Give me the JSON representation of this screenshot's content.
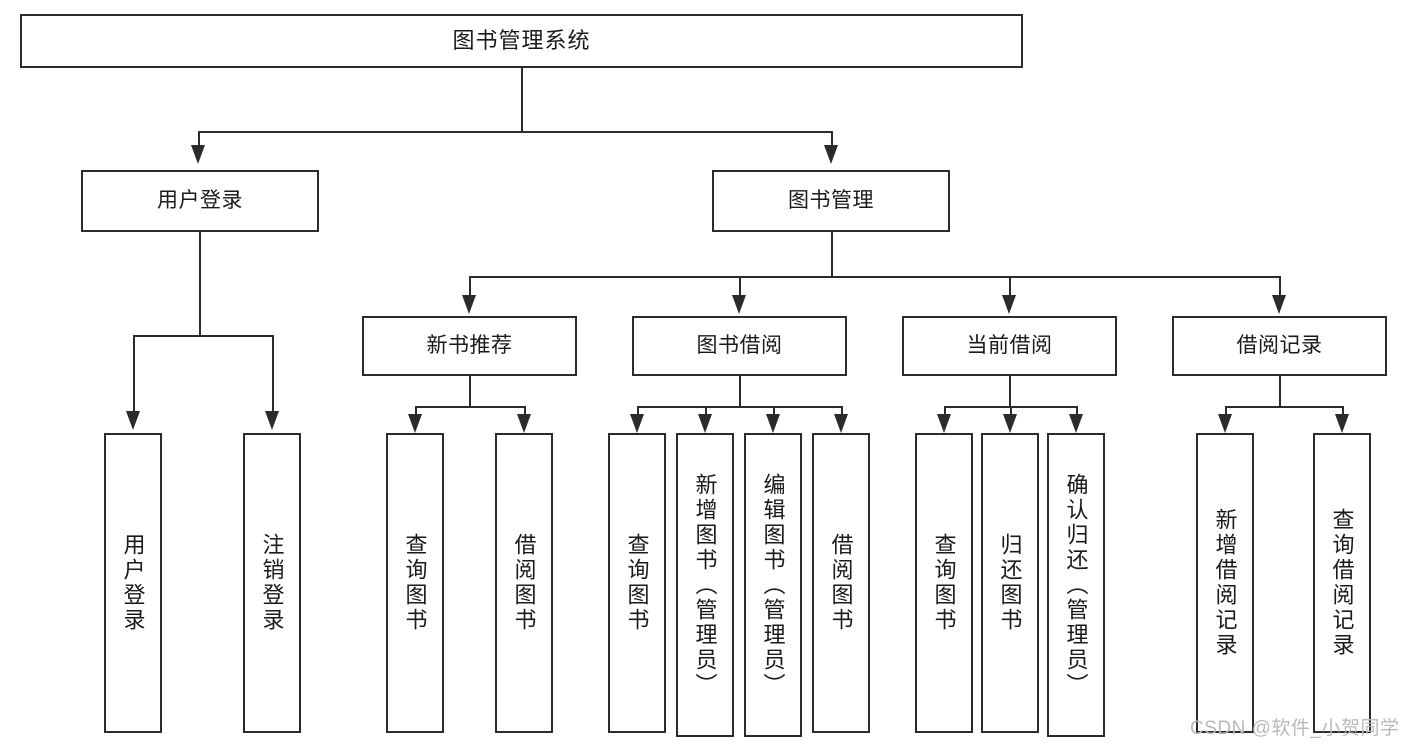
{
  "diagram": {
    "title": "图书管理系统",
    "type": "tree-hierarchy-chart",
    "root": {
      "label": "图书管理系统"
    },
    "level1": [
      {
        "label": "用户登录"
      },
      {
        "label": "图书管理"
      }
    ],
    "level2": [
      {
        "label": "新书推荐"
      },
      {
        "label": "图书借阅"
      },
      {
        "label": "当前借阅"
      },
      {
        "label": "借阅记录"
      }
    ],
    "leaves": {
      "user_login": [
        {
          "label": "用户登录"
        },
        {
          "label": "注销登录"
        }
      ],
      "new_book_recommend": [
        {
          "label": "查询图书"
        },
        {
          "label": "借阅图书"
        }
      ],
      "book_borrow": [
        {
          "label": "查询图书"
        },
        {
          "label": "新增图书（管理员）"
        },
        {
          "label": "编辑图书（管理员）"
        },
        {
          "label": "借阅图书"
        }
      ],
      "current_borrow": [
        {
          "label": "查询图书"
        },
        {
          "label": "归还图书"
        },
        {
          "label": "确认归还（管理员）"
        }
      ],
      "borrow_record": [
        {
          "label": "新增借阅记录"
        },
        {
          "label": "查询借阅记录"
        }
      ]
    }
  },
  "watermark": {
    "text": "CSDN @软件_小贺同学"
  },
  "colors": {
    "stroke": "#2b2b2b",
    "background": "#ffffff",
    "text": "#1a1a1a",
    "watermark": "#b9b9b9"
  }
}
